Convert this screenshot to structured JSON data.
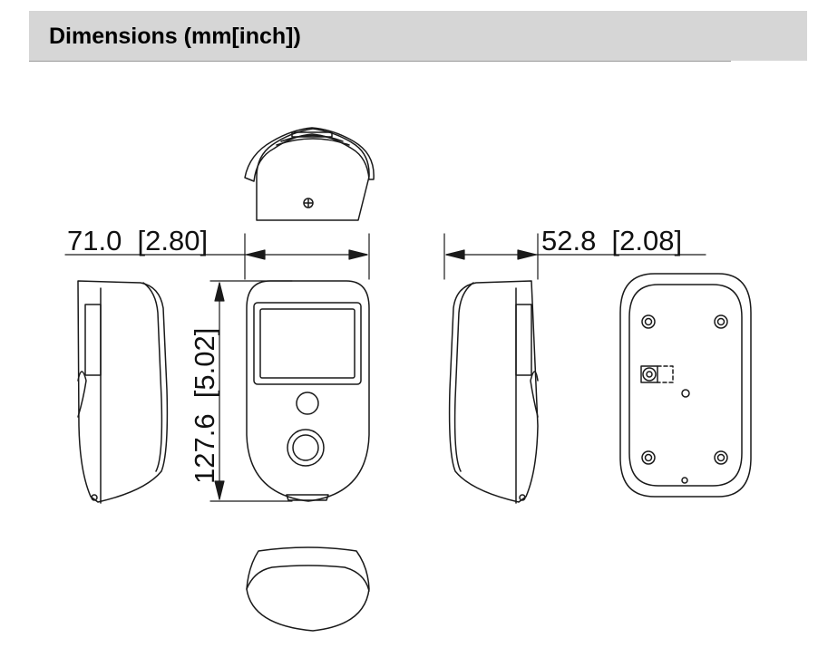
{
  "header": {
    "title": "Dimensions (mm[inch])"
  },
  "dimensions": {
    "width_label": "71.0  [2.80]",
    "depth_label": "52.8  [2.08]",
    "height_label": "127.6  [5.02]"
  },
  "icons": {
    "top_view": "device-top-view-icon",
    "front_view": "device-front-view-icon",
    "left_view": "device-left-side-view-icon",
    "right_view": "device-right-side-view-icon",
    "back_view": "device-back-view-icon",
    "bottom_view": "device-bottom-view-icon"
  }
}
